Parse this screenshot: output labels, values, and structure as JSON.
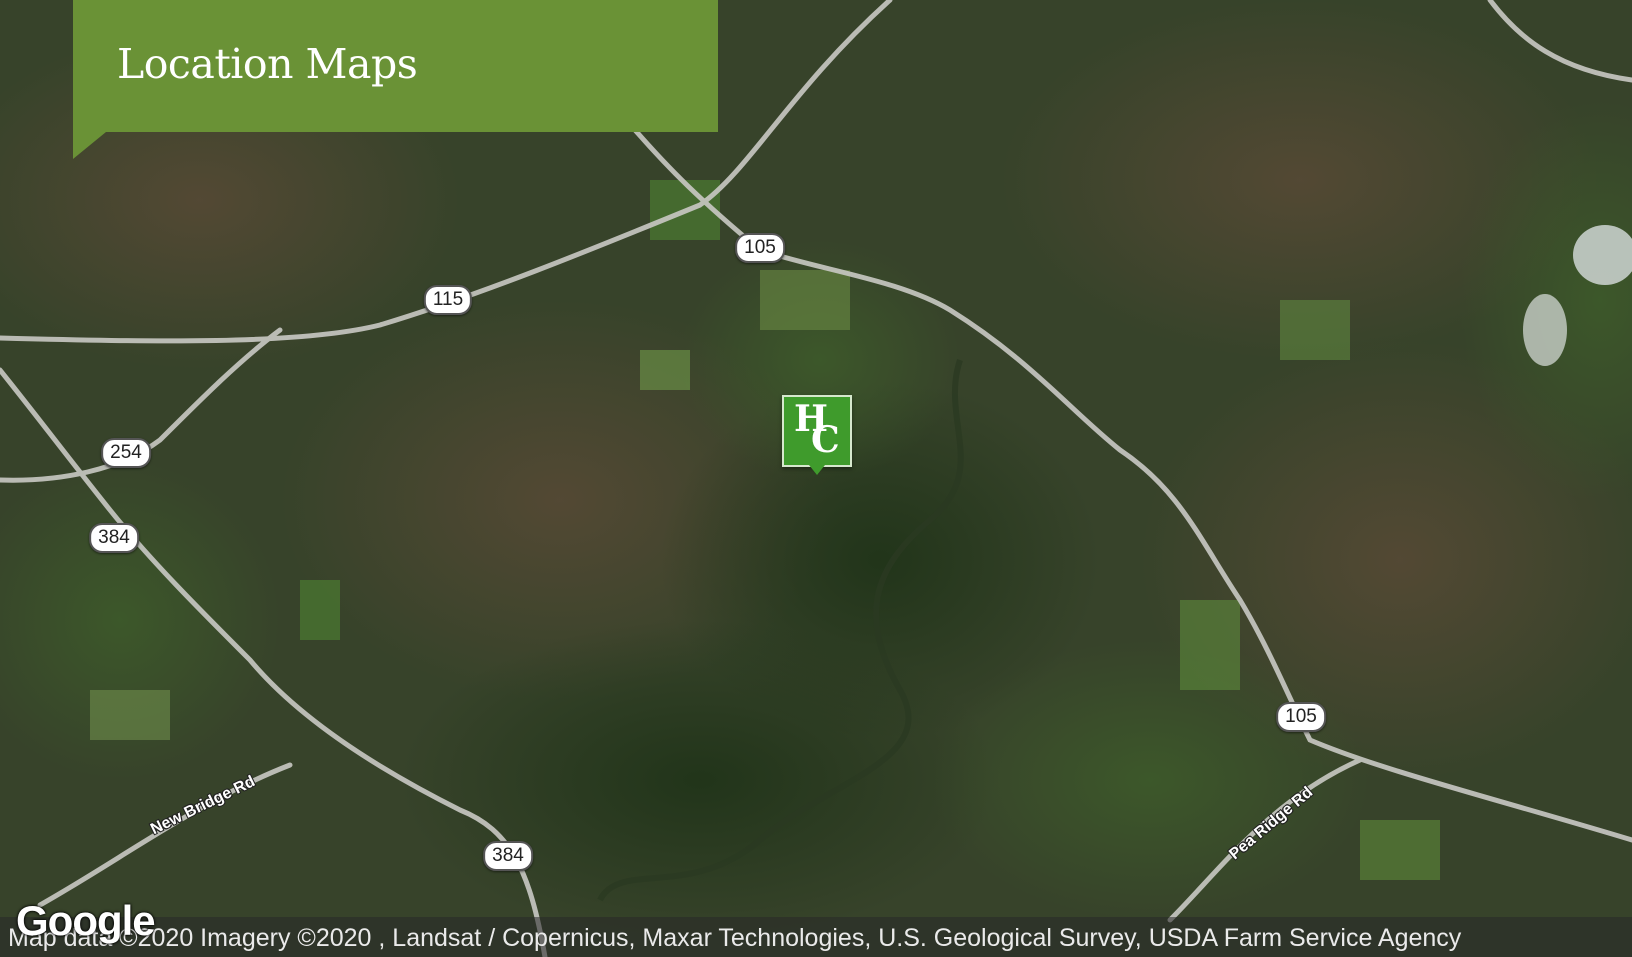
{
  "header": {
    "title": "Location Maps"
  },
  "map": {
    "view": "satellite",
    "marker": {
      "monogram_top": "H",
      "monogram_bottom": "C",
      "color": "#3f9b2c"
    },
    "route_shields": [
      "105",
      "115",
      "254",
      "384",
      "105",
      "384"
    ],
    "road_names": [
      "New Bridge Rd",
      "Pea Ridge Rd"
    ],
    "attribution": "Map data ©2020  Imagery ©2020 , Landsat / Copernicus, Maxar Technologies, U.S. Geological Survey, USDA Farm Service Agency",
    "logo": "Google"
  },
  "colors": {
    "banner": "#6a9236",
    "marker": "#3f9b2c"
  }
}
